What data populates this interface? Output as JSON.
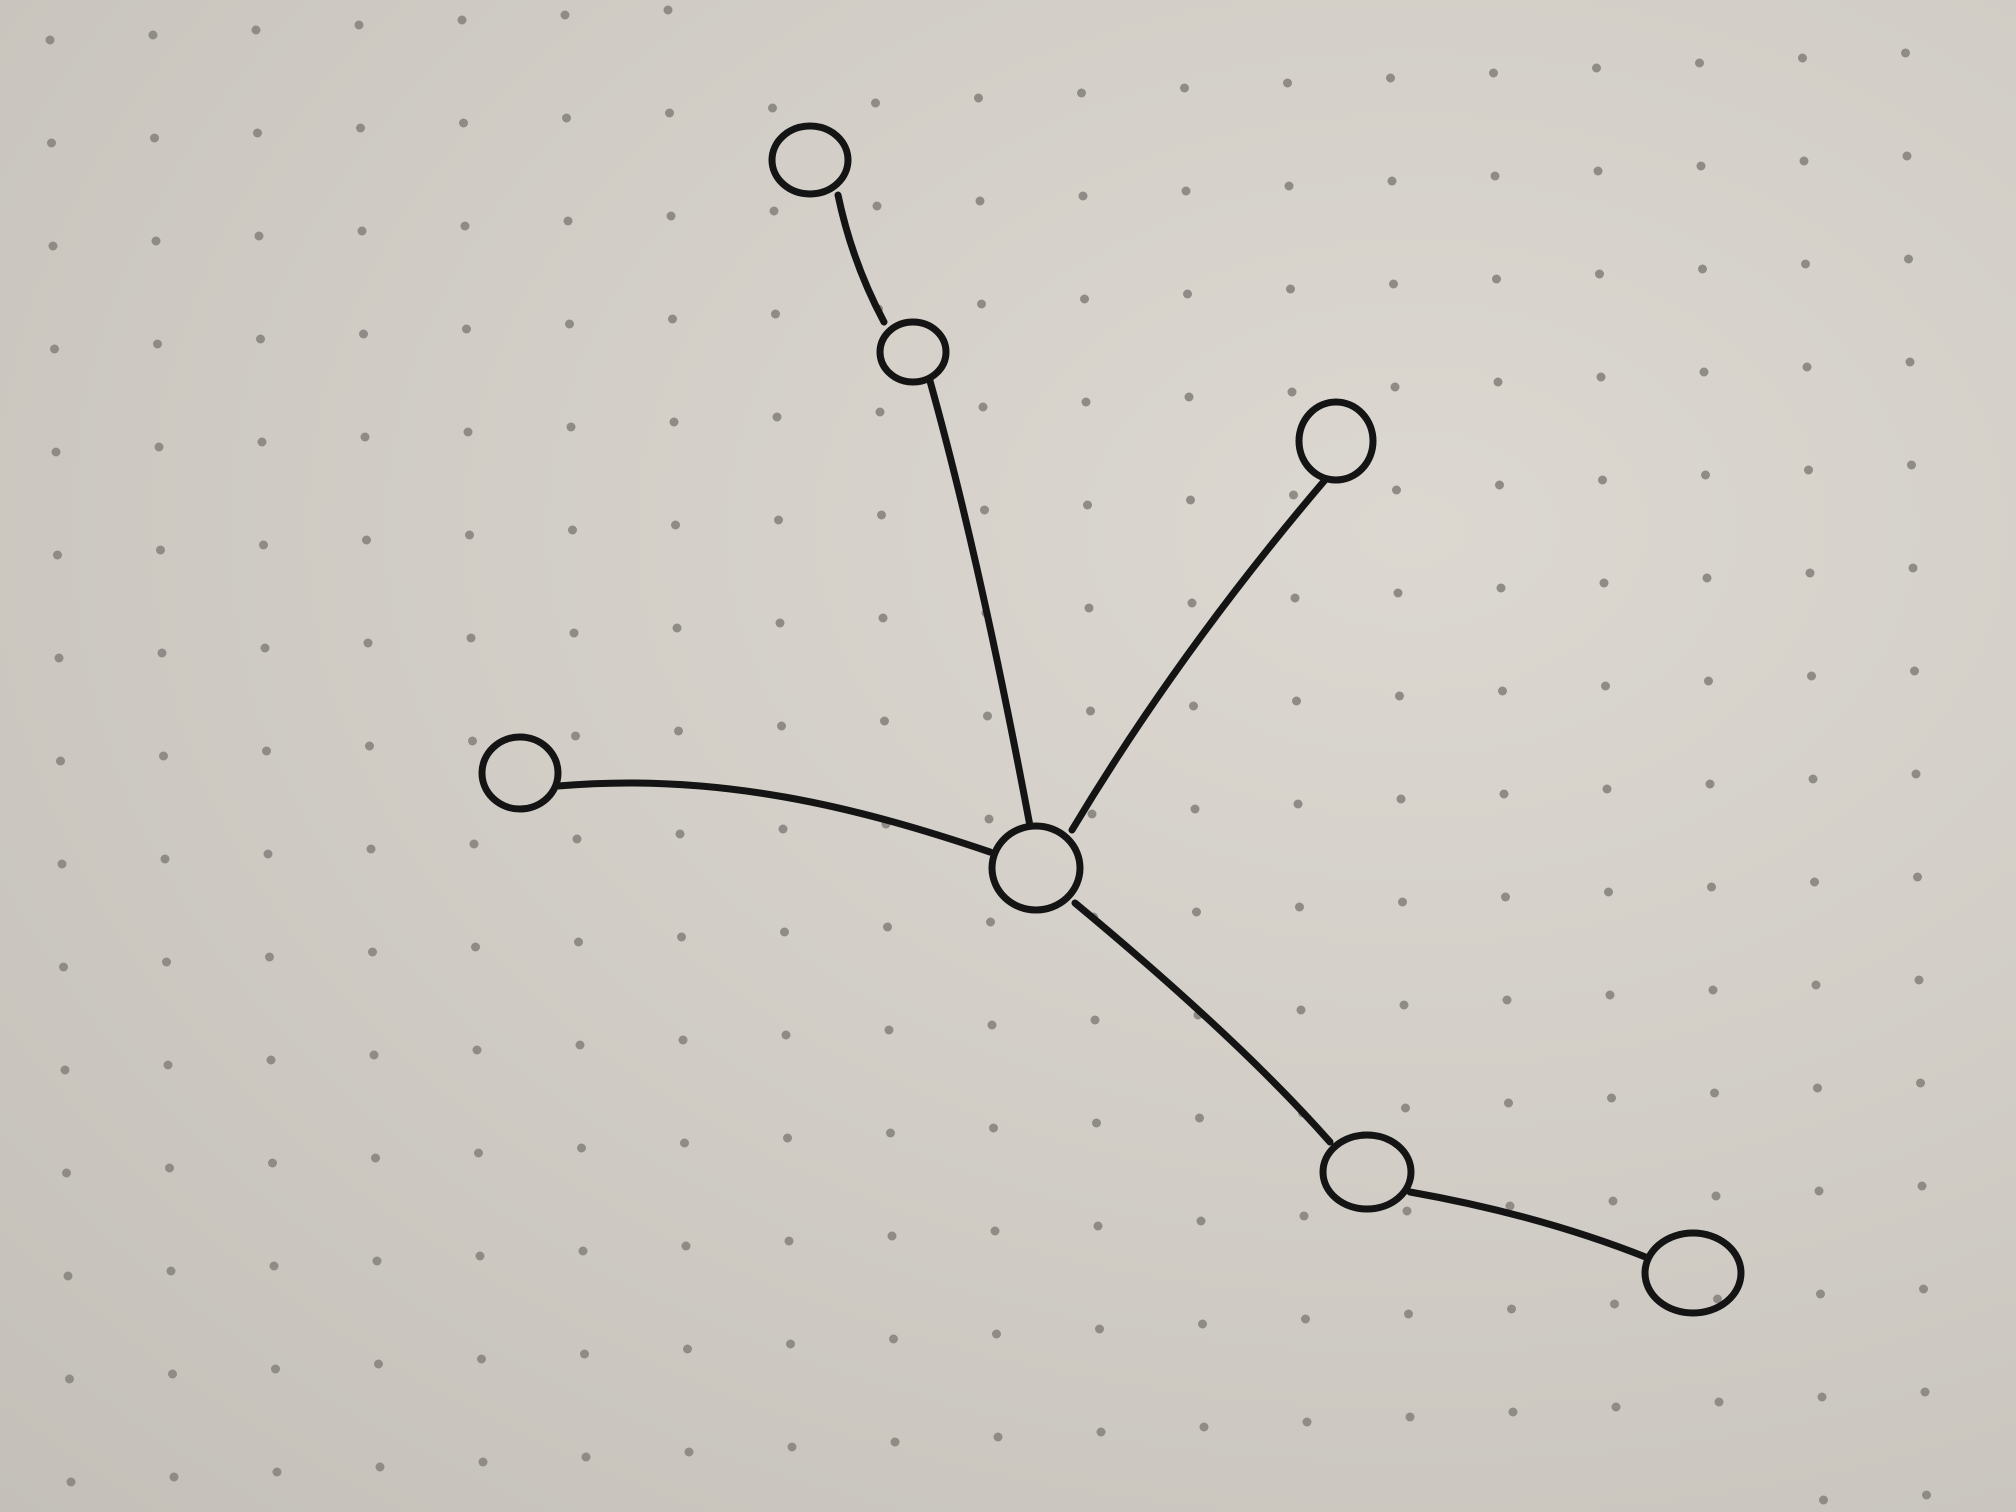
{
  "diagram": {
    "kind": "hand-drawn tree graph on dot-grid paper",
    "ink_color": "#141414",
    "paper_color": "#d4d0c9",
    "dot_color": "#8f8b86",
    "nodes": [
      {
        "id": "hub",
        "degree": 4
      },
      {
        "id": "upper-top",
        "degree": 1
      },
      {
        "id": "upper-middle",
        "degree": 2
      },
      {
        "id": "upper-right",
        "degree": 1
      },
      {
        "id": "left",
        "degree": 1
      },
      {
        "id": "lower-middle",
        "degree": 2
      },
      {
        "id": "lower-end",
        "degree": 1
      }
    ],
    "edges": [
      [
        "upper-top",
        "upper-middle"
      ],
      [
        "upper-middle",
        "hub"
      ],
      [
        "upper-right",
        "hub"
      ],
      [
        "left",
        "hub"
      ],
      [
        "hub",
        "lower-middle"
      ],
      [
        "lower-middle",
        "lower-end"
      ]
    ]
  }
}
